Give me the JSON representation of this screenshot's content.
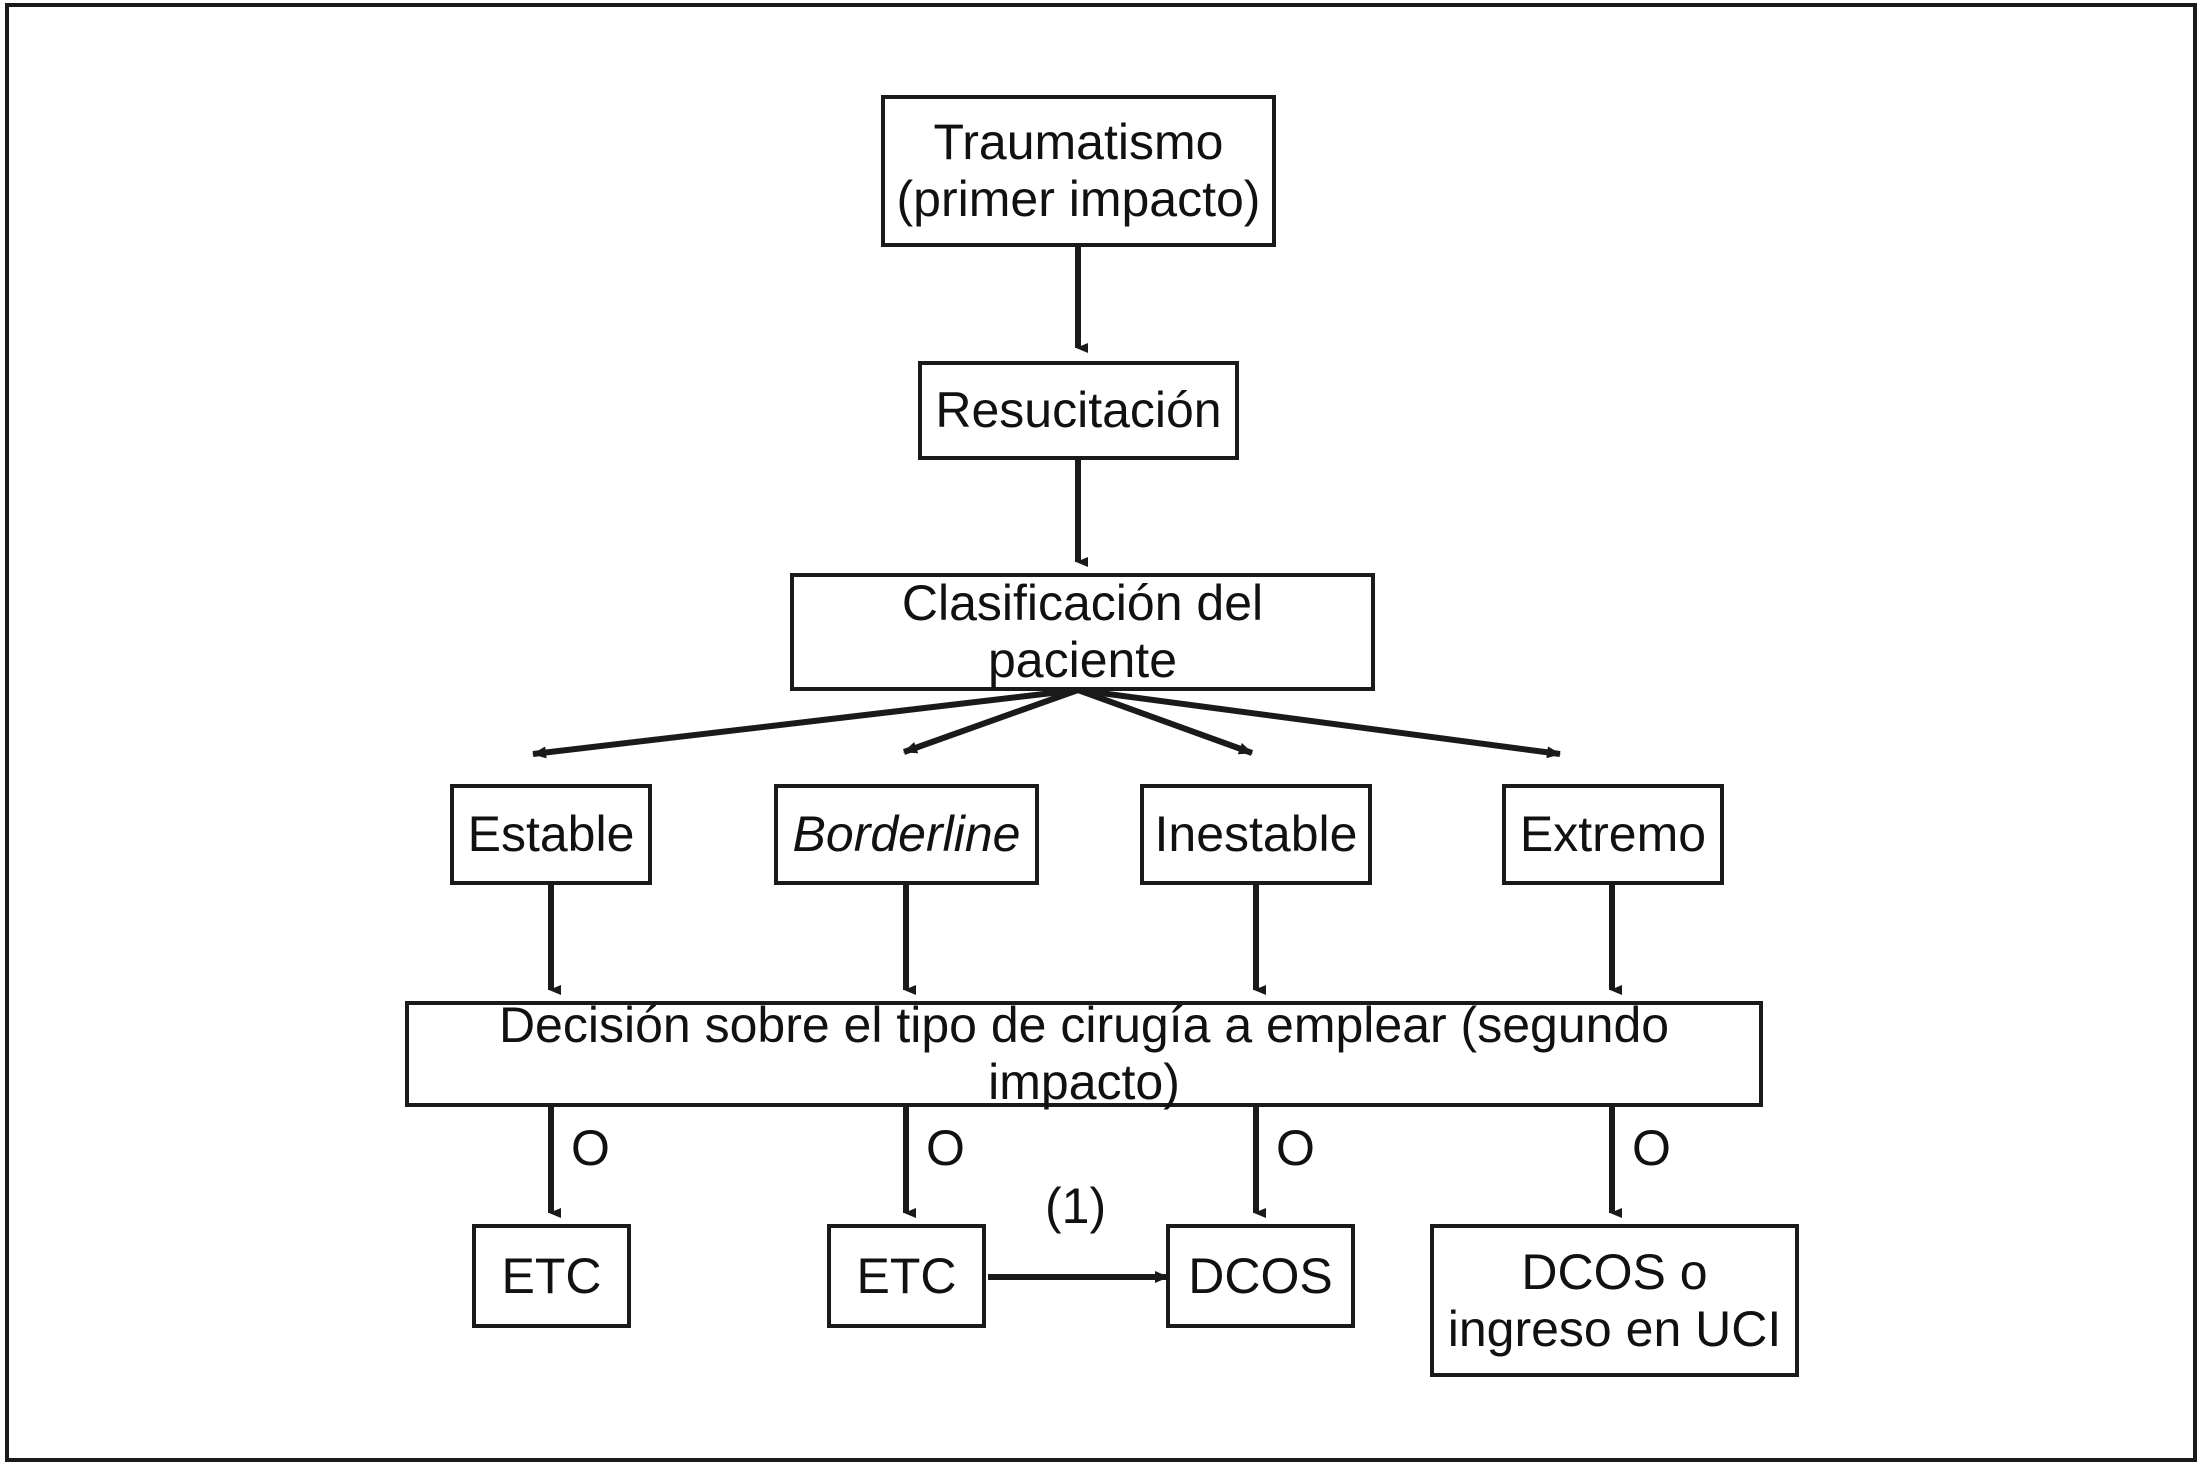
{
  "figure": {
    "kind": "flowchart",
    "language": "es",
    "border_color": "#1a1a1a",
    "background": "#ffffff",
    "text_color": "#111111"
  },
  "nodes": [
    {
      "id": "trauma",
      "label": "Traumatismo\n(primer impacto)",
      "style": "normal"
    },
    {
      "id": "resucitacion",
      "label": "Resucitación",
      "style": "normal"
    },
    {
      "id": "clasificacion",
      "label": "Clasificación del paciente",
      "style": "normal"
    },
    {
      "id": "estable",
      "label": "Estable",
      "style": "normal"
    },
    {
      "id": "borderline",
      "label": "Borderline",
      "style": "italic"
    },
    {
      "id": "inestable",
      "label": "Inestable",
      "style": "normal"
    },
    {
      "id": "extremo",
      "label": "Extremo",
      "style": "normal"
    },
    {
      "id": "decision",
      "label": "Decisión sobre el tipo de cirugía a emplear (segundo impacto)",
      "style": "normal"
    },
    {
      "id": "etc1",
      "label": "ETC",
      "style": "normal"
    },
    {
      "id": "etc2",
      "label": "ETC",
      "style": "normal"
    },
    {
      "id": "dcos",
      "label": "DCOS",
      "style": "normal"
    },
    {
      "id": "dcos_uci",
      "label": "DCOS o\ningreso en UCI",
      "style": "normal"
    }
  ],
  "edge_labels": [
    {
      "id": "o1",
      "text": "O"
    },
    {
      "id": "o2",
      "text": "O"
    },
    {
      "id": "o3",
      "text": "O"
    },
    {
      "id": "o4",
      "text": "O"
    },
    {
      "id": "note",
      "text": "(1)"
    }
  ]
}
